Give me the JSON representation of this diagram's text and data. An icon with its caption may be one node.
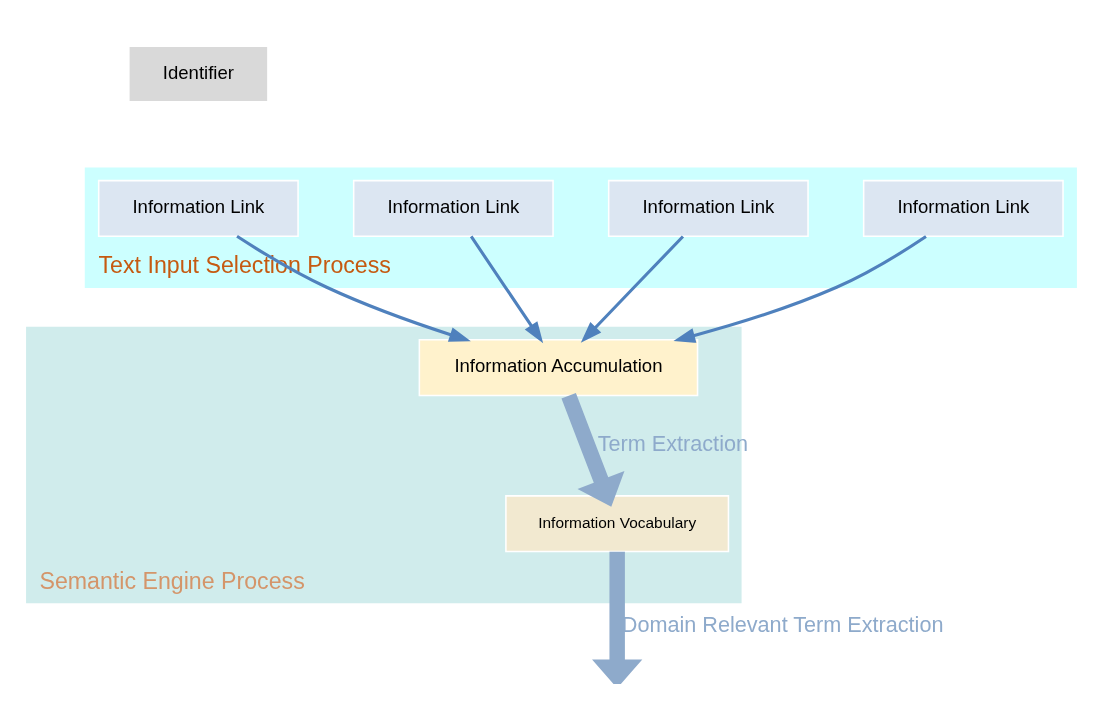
{
  "diagram": {
    "nodes": [
      {
        "text": [
          "Identifier"
        ]
      },
      {
        "text": [
          "Text Input Selection Process"
        ]
      },
      {
        "text": [
          "Information Link"
        ],
        "in": 1
      },
      {
        "text": [
          "Information Link"
        ],
        "in": 1
      },
      {
        "text": [
          "Information Link"
        ],
        "in": 1
      },
      {
        "text": [
          "Information Link"
        ],
        "in": 1
      },
      {
        "text": [
          "Semantic Engine Process"
        ]
      },
      {
        "text": [
          "Information Accumulation"
        ],
        "in": 6
      },
      {
        "text": [
          "Information Vocabulary"
        ],
        "in": 6
      }
    ],
    "edges": [
      {
        "from": 2,
        "to": 7,
        "arrow": "to"
      },
      {
        "from": 3,
        "to": 7,
        "arrow": "to"
      },
      {
        "from": 4,
        "to": 7,
        "arrow": "to"
      },
      {
        "from": 5,
        "to": 7,
        "arrow": "to"
      },
      {
        "from": 7,
        "to": 8,
        "arrow": "to",
        "label": "Term Extraction",
        "style": "thick",
        "color": "#8eaacb"
      },
      {
        "from": 8,
        "to": null,
        "arrow": "to",
        "label": "Domain Relevant Term Extraction",
        "style": "thick",
        "color": "#8eaacb"
      }
    ]
  }
}
